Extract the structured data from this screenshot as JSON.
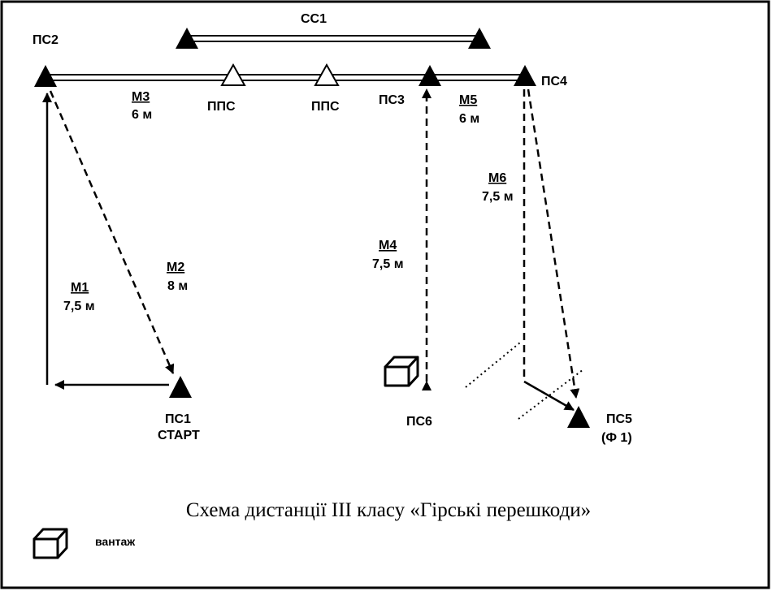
{
  "stations": {
    "ps1": "ПС1",
    "start": "СТАРТ",
    "ps2": "ПС2",
    "ps3": "ПС3",
    "ps4": "ПС4",
    "ps5": "ПС5",
    "finish": "(Ф 1)",
    "ps6": "ПС6",
    "ss1": "СС1",
    "pps": "ППС"
  },
  "stages": [
    {
      "name": "М1",
      "length": "7,5 м"
    },
    {
      "name": "М2",
      "length": "8 м"
    },
    {
      "name": "М3",
      "length": "6 м"
    },
    {
      "name": "М4",
      "length": "7,5 м"
    },
    {
      "name": "М5",
      "length": "6 м"
    },
    {
      "name": "М6",
      "length": "7,5 м"
    }
  ],
  "caption": "Схема дистанції ІІІ класу «Гірські перешкоди»",
  "legend": {
    "cargo_label": "вантаж"
  }
}
